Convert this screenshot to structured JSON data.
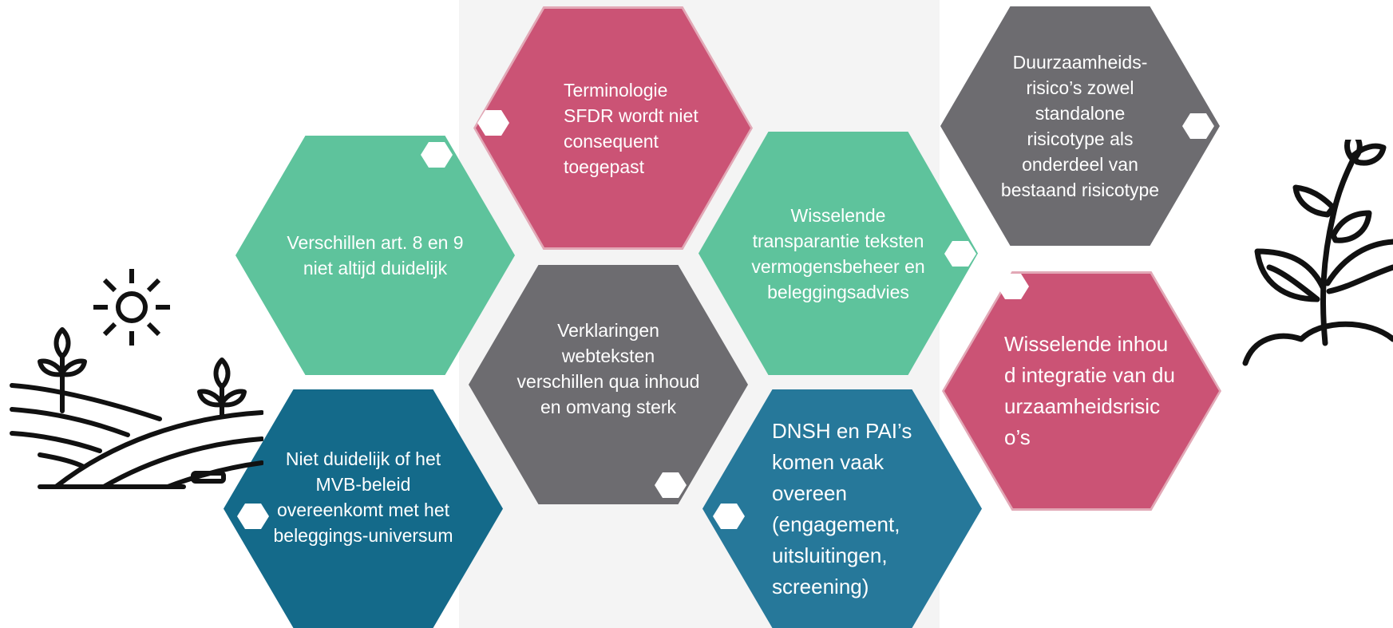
{
  "hexagons": [
    {
      "id": "terminologie",
      "text": "Terminologie SFDR wordt niet consequent toegepast",
      "color": "#cb5375"
    },
    {
      "id": "duurzaamheidsrisicos",
      "text": "Duurzaamheids-risico’s zowel standalone risicotype als onderdeel van bestaand risicotype",
      "color": "#6d6c70"
    },
    {
      "id": "verschillen-art",
      "text": "Verschillen art. 8 en 9 niet altijd duidelijk",
      "color": "#5ec39c"
    },
    {
      "id": "transparantie",
      "text": "Wisselende transparantie teksten vermogensbeheer en beleggingsadvies",
      "color": "#5ec39c"
    },
    {
      "id": "verklaringen",
      "text": "Verklaringen webteksten verschillen qua inhoud en omvang sterk",
      "color": "#6d6c70"
    },
    {
      "id": "integratie",
      "text": "Wisselende inhoud integratie van duurzaamheidsrisico’s",
      "color": "#cb5375"
    },
    {
      "id": "mvb-beleid",
      "text": "Niet duidelijk of het MVB-beleid overeenkomt met het beleggings-universum",
      "color": "#146a8a"
    },
    {
      "id": "dnsh",
      "text": "DNSH en PAI’s komen vaak overeen (engagement, uitsluitingen, screening)",
      "color": "#26789a"
    }
  ],
  "icons": {
    "landscape": "farm-landscape-icon",
    "sun": "sun-icon",
    "plant": "sprouting-plant-icon"
  }
}
